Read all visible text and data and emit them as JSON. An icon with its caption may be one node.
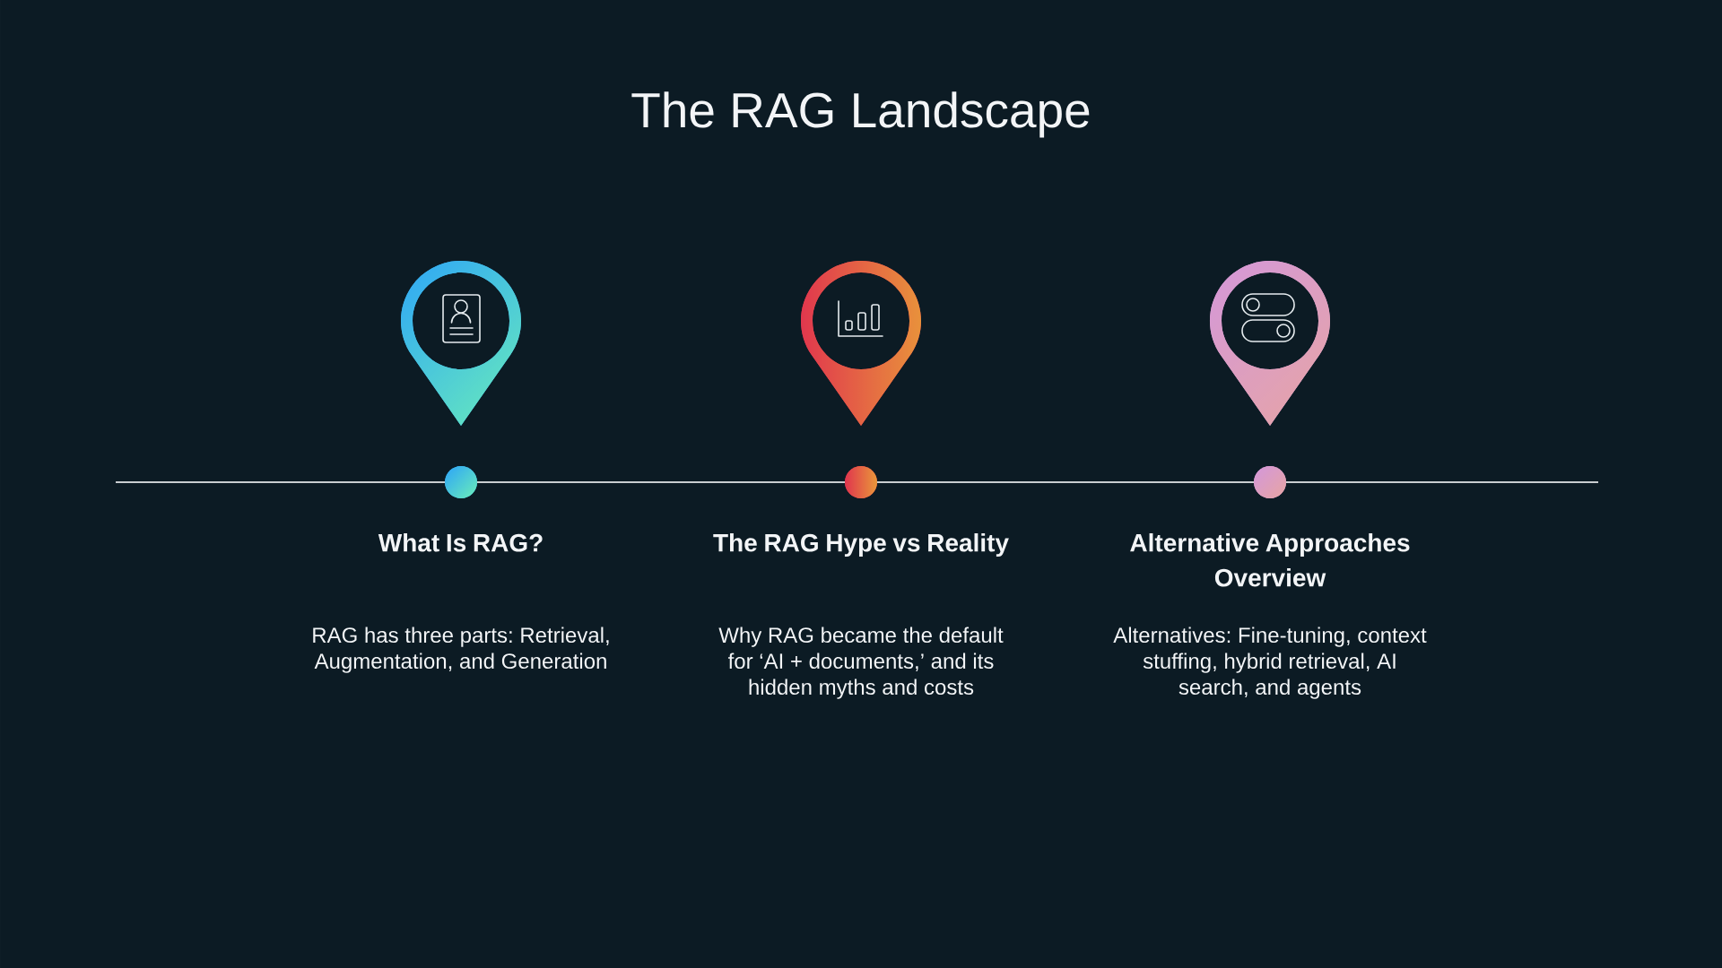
{
  "diagram": {
    "title": "The RAG Landscape",
    "nodes": [
      {
        "text": [
          "What Is RAG?",
          "RAG has three parts: Retrieval, Augmentation, and Generation"
        ]
      },
      {
        "text": [
          "The RAG Hype vs Reality",
          "Why RAG became the default for ‘AI + documents,’ and its hidden myths and costs"
        ]
      },
      {
        "text": [
          "Alternative Approaches Overview",
          "Alternatives: Fine-tuning, context stuffing, hybrid retrieval, AI search, and agents"
        ]
      }
    ]
  }
}
